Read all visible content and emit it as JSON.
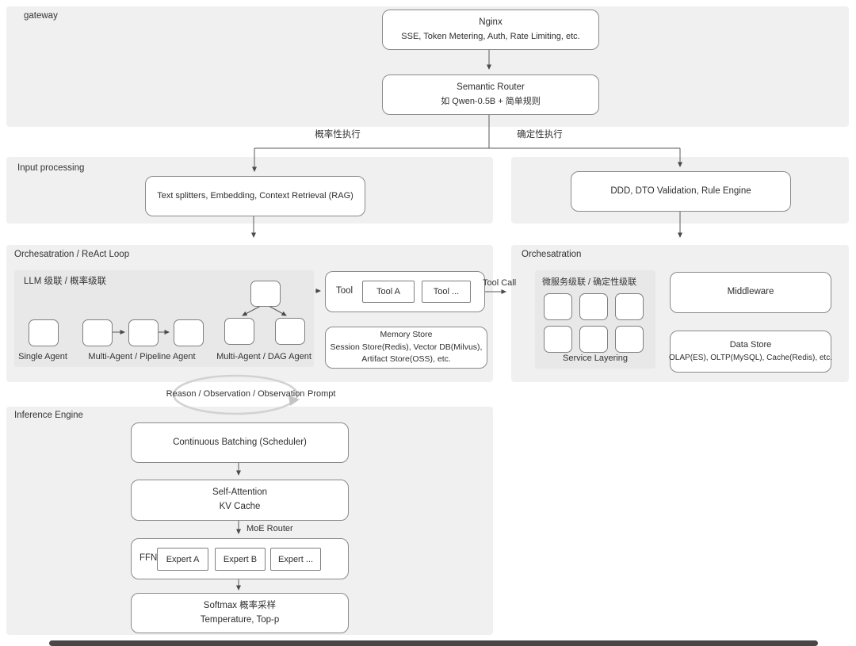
{
  "colors": {
    "panel_bg": "#f0f0f0",
    "inner_panel_bg": "#e8e8e8",
    "box_bg": "#ffffff",
    "box_border": "#8a8a8a",
    "text": "#2e2e2e",
    "arrow": "#4a4a4a",
    "loop_ring": "#cfcfcf",
    "bottom_bar": "#474747"
  },
  "gateway": {
    "label": "gateway",
    "nginx": {
      "title": "Nginx",
      "subtitle": "SSE, Token Metering, Auth, Rate Limiting, etc."
    },
    "semantic_router": {
      "title": "Semantic Router",
      "subtitle": "如 Qwen-0.5B + 简单规则"
    }
  },
  "branches": {
    "probabilistic": "概率性执行",
    "deterministic": "确定性执行"
  },
  "input_processing": {
    "label": "Input processing",
    "rag_box": "Text splitters, Embedding, Context Retrieval (RAG)"
  },
  "deterministic_path": {
    "validation_box": "DDD, DTO Validation, Rule Engine"
  },
  "orchestration_left": {
    "label": "Orchesatration / ReAct Loop",
    "llm_cascade": {
      "label": "LLM 级联 / 概率级联",
      "single_agent_caption": "Single Agent",
      "pipeline_agent_caption": "Multi-Agent / Pipeline Agent",
      "dag_agent_caption": "Multi-Agent / DAG Agent"
    },
    "tool_box": {
      "label": "Tool",
      "tool_a": "Tool A",
      "tool_more": "Tool ..."
    },
    "tool_call_label": "Tool Call",
    "memory_store": {
      "title": "Memory Store",
      "line2": "Session Store(Redis), Vector DB(Milvus),",
      "line3": "Artifact Store(OSS), etc."
    }
  },
  "orchestration_right": {
    "label": "Orchesatration",
    "service_cascade": {
      "label": "微服务级联 / 确定性级联",
      "caption": "Service Layering"
    },
    "middleware_box": "Middleware",
    "data_store": {
      "title": "Data Store",
      "subtitle": "OLAP(ES), OLTP(MySQL), Cache(Redis), etc."
    }
  },
  "react_loop": {
    "loop_text": "Reason / Observation / Observation",
    "prompt_label": "Prompt"
  },
  "inference_engine": {
    "label": "Inference Engine",
    "batching_box": "Continuous Batching (Scheduler)",
    "attention_box": {
      "line1": "Self-Attention",
      "line2": "KV Cache"
    },
    "moe_router_label": "MoE Router",
    "ffn_box": {
      "label": "FFN",
      "expert_a": "Expert A",
      "expert_b": "Expert B",
      "expert_more": "Expert ..."
    },
    "softmax_box": {
      "line1": "Softmax 概率采样",
      "line2": "Temperature, Top-p"
    }
  }
}
